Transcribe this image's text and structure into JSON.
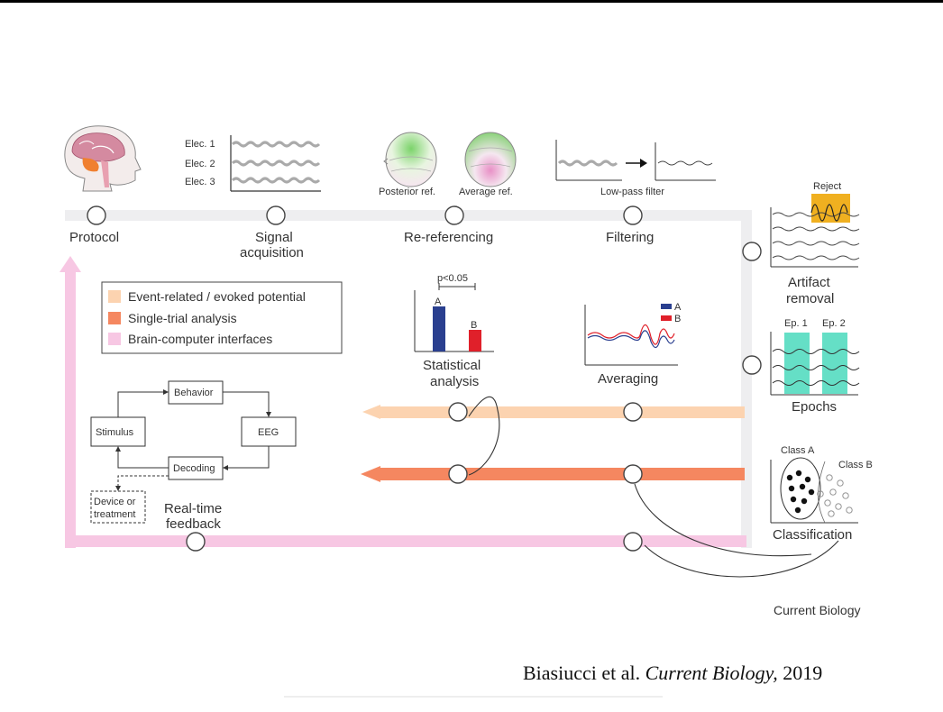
{
  "pipeline": {
    "stages_top": [
      "Protocol",
      "Signal acquisition",
      "Re-referencing",
      "Filtering"
    ],
    "stage_protocol": "Protocol",
    "stage_signal_1": "Signal",
    "stage_signal_2": "acquisition",
    "stage_reref": "Re-referencing",
    "stage_filtering": "Filtering",
    "electrodes": [
      "Elec. 1",
      "Elec. 2",
      "Elec. 3"
    ],
    "reref_posterior": "Posterior ref.",
    "reref_average": "Average ref.",
    "filter_label": "Low-pass filter",
    "reject": "Reject",
    "artifact_1": "Artifact",
    "artifact_2": "removal",
    "epoch_1": "Ep. 1",
    "epoch_2": "Ep. 2",
    "epochs": "Epochs",
    "class_a": "Class A",
    "class_b": "Class B",
    "classification": "Classification",
    "averaging": "Averaging",
    "avg_legend_a": "A",
    "avg_legend_b": "B",
    "stat_1": "Statistical",
    "stat_2": "analysis",
    "stat_p": "p<0.05",
    "stat_bar_a": "A",
    "stat_bar_b": "B"
  },
  "legend": {
    "items": [
      {
        "label": "Event-related / evoked potential",
        "color": "#fcd3b0"
      },
      {
        "label": "Single-trial analysis",
        "color": "#f58760"
      },
      {
        "label": "Brain-computer interfaces",
        "color": "#f7c7e3"
      }
    ]
  },
  "loop": {
    "behavior": "Behavior",
    "stimulus": "Stimulus",
    "eeg": "EEG",
    "decoding": "Decoding",
    "device_1": "Device or",
    "device_2": "treatment",
    "feedback_1": "Real-time",
    "feedback_2": "feedback"
  },
  "colors": {
    "pipeline_track": "#eeeef0",
    "erp_track": "#fcd3b0",
    "single_trial_track": "#f58760",
    "bci_track": "#f7c7e3",
    "series_a": "#2a3f8f",
    "series_b": "#e0202a",
    "epoch_highlight": "#3fd7b8",
    "reject_highlight": "#f0b020"
  },
  "source": "Current Biology",
  "citation": {
    "authors": "Biasiucci et al.",
    "journal": "Current Biology,",
    "year": "2019"
  }
}
